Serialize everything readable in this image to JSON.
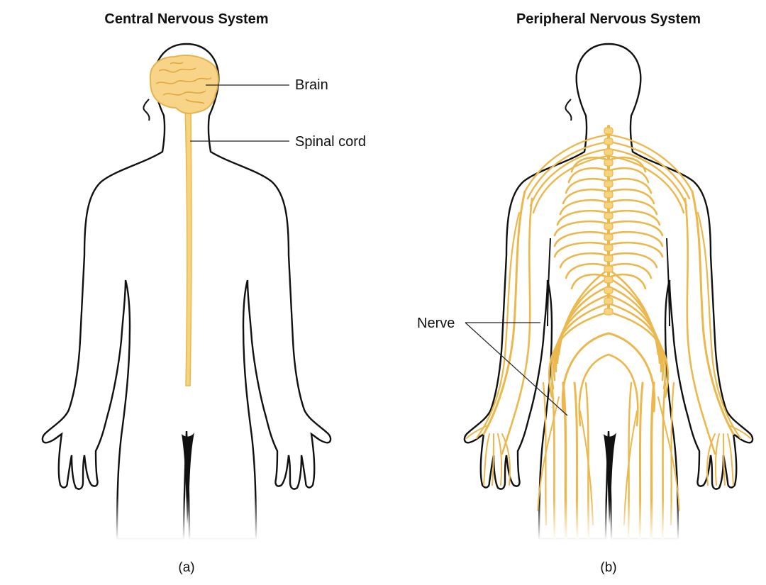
{
  "panels": {
    "a": {
      "title": "Central Nervous System",
      "caption": "(a)",
      "labels": {
        "brain": "Brain",
        "spinal_cord": "Spinal cord"
      }
    },
    "b": {
      "title": "Peripheral Nervous System",
      "caption": "(b)",
      "labels": {
        "nerve": "Nerve"
      }
    }
  },
  "colors": {
    "nerve_fill": "#f5d37f",
    "nerve_stroke": "#eab84c",
    "brain_fill": "#f7d487",
    "outline": "#111111",
    "background": "#ffffff"
  }
}
